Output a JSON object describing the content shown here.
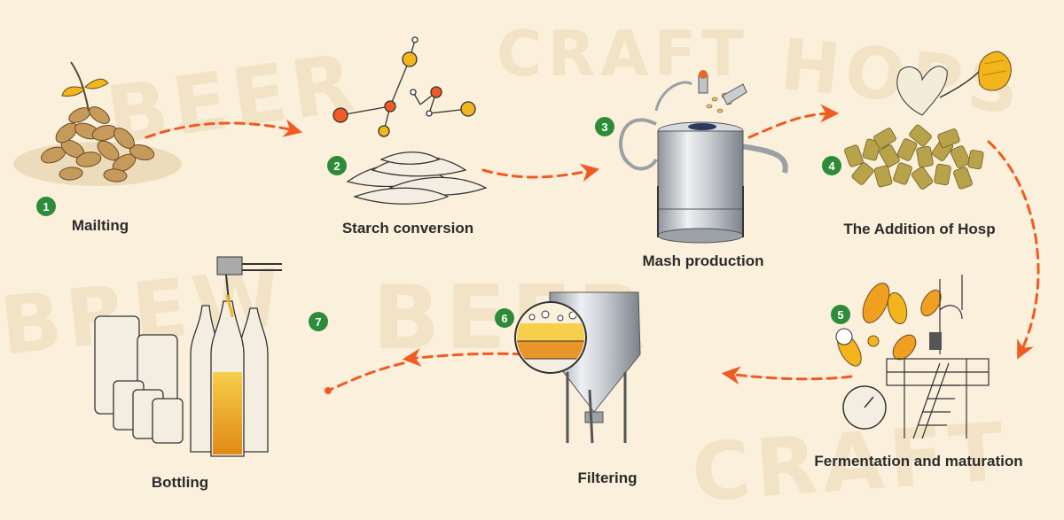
{
  "steps": [
    {
      "number": "1",
      "label": "Mailting"
    },
    {
      "number": "2",
      "label": "Starch conversion"
    },
    {
      "number": "3",
      "label": "Mash production"
    },
    {
      "number": "4",
      "label": "The Addition of Hosp"
    },
    {
      "number": "5",
      "label": "Fermentation and maturation"
    },
    {
      "number": "6",
      "label": "Filtering"
    },
    {
      "number": "7",
      "label": "Bottling"
    }
  ],
  "colors": {
    "background": "#fbf0dc",
    "arrow": "#f15a22",
    "badge": "#2e8b3a",
    "malt": "#c69a5a",
    "hops": "#b8a24a",
    "steel": "#b9bec4",
    "beer": "#f2b51c"
  },
  "icons": [
    "malt-grains-icon",
    "molecule-icon",
    "mash-tank-icon",
    "hop-pellets-icon",
    "fermentation-tanks-icon",
    "filter-tank-icon",
    "bottles-cans-icon"
  ]
}
